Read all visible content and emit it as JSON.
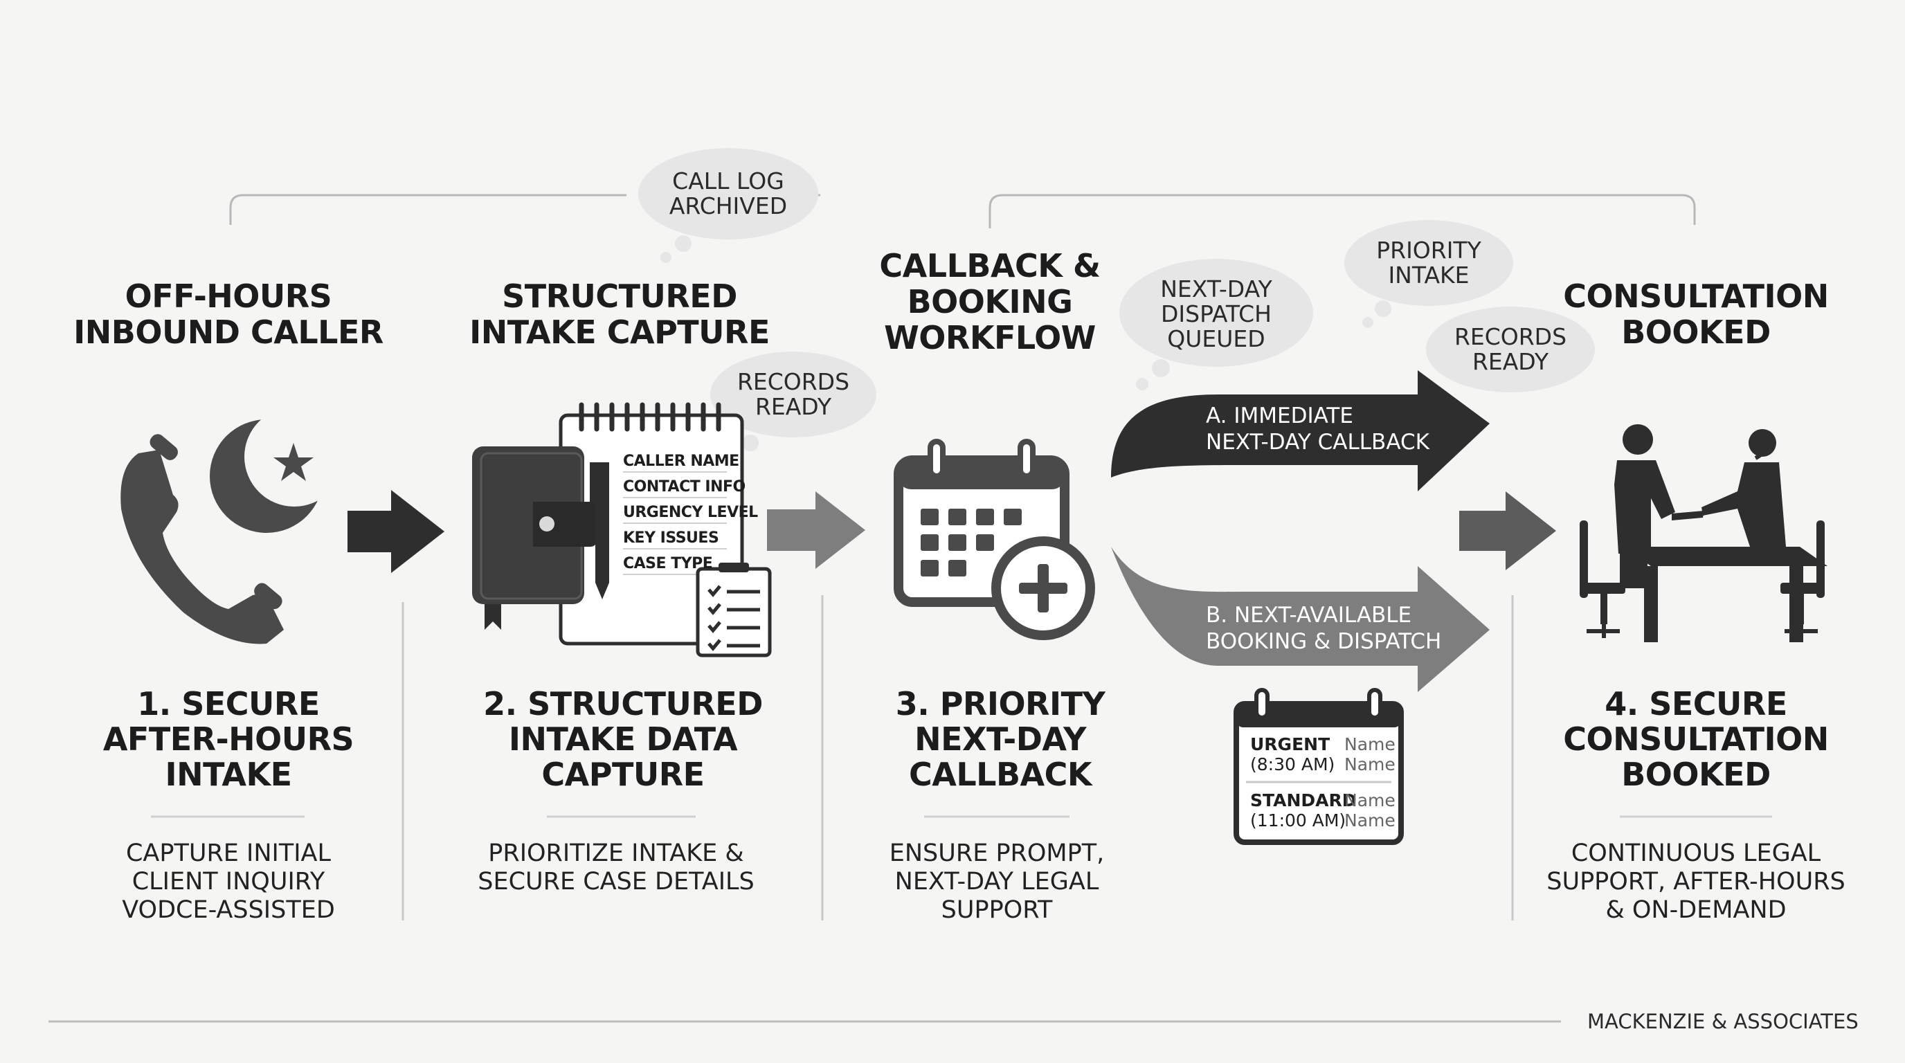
{
  "headings": {
    "caller": "OFF-HOURS\nINBOUND CALLER",
    "intake": "STRUCTURED\nINTAKE CAPTURE",
    "callback": "CALLBACK &\nBOOKING\nWORKFLOW",
    "consultation": "CONSULTATION\nBOOKED"
  },
  "clouds": {
    "call_log": "CALL LOG\nARCHIVED",
    "records_ready_1": "RECORDS\nREADY",
    "next_day_dispatch": "NEXT-DAY\nDISPATCH\nQUEUED",
    "priority_intake": "PRIORITY\nINTAKE",
    "records_ready_2": "RECORDS\nREADY"
  },
  "checklist": [
    "CALLER NAME",
    "CONTACT INFO",
    "URGENCY LEVEL",
    "KEY ISSUES",
    "CASE TYPE"
  ],
  "branches": {
    "a": "A. IMMEDIATE\n   NEXT-DAY CALLBACK",
    "b": "B. NEXT-AVAILABLE\n   BOOKING & DISPATCH"
  },
  "schedule": {
    "rows": [
      {
        "label": "URGENT",
        "time": "(8:30 AM)",
        "name1": "Name",
        "name2": "Name"
      },
      {
        "label": "STANDARD",
        "time": "(11:00 AM)",
        "name1": "Name",
        "name2": "Name"
      }
    ]
  },
  "steps": [
    {
      "title": "1. SECURE\nAFTER-HOURS\nINTAKE",
      "desc": "CAPTURE INITIAL\nCLIENT INQUIRY\nVODCE-ASSISTED"
    },
    {
      "title": "2. STRUCTURED\nINTAKE DATA\nCAPTURE",
      "desc": "PRIORITIZE INTAKE &\nSECURE CASE DETAILS"
    },
    {
      "title": "3. PRIORITY\nNEXT-DAY\nCALLBACK",
      "desc": "ENSURE PROMPT,\nNEXT-DAY LEGAL\nSUPPORT"
    },
    {
      "title": "4. SECURE\nCONSULTATION\nBOOKED",
      "desc": "CONTINUOUS LEGAL\nSUPPORT, AFTER-HOURS\n& ON-DEMAND"
    }
  ],
  "footer": "MACKENZIE & ASSOCIATES",
  "colors": {
    "dark": "#2e2e2e",
    "mid": "#5c5c5c",
    "light": "#7e7e7e",
    "cloud": "#e6e6e6",
    "background": "#f5f5f4"
  },
  "icons": [
    "phone-icon",
    "moon-icon",
    "star-icon",
    "planner-icon",
    "pen-icon",
    "checklist-icon",
    "calendar-plus-icon",
    "schedule-icon",
    "handshake-meeting-icon"
  ]
}
